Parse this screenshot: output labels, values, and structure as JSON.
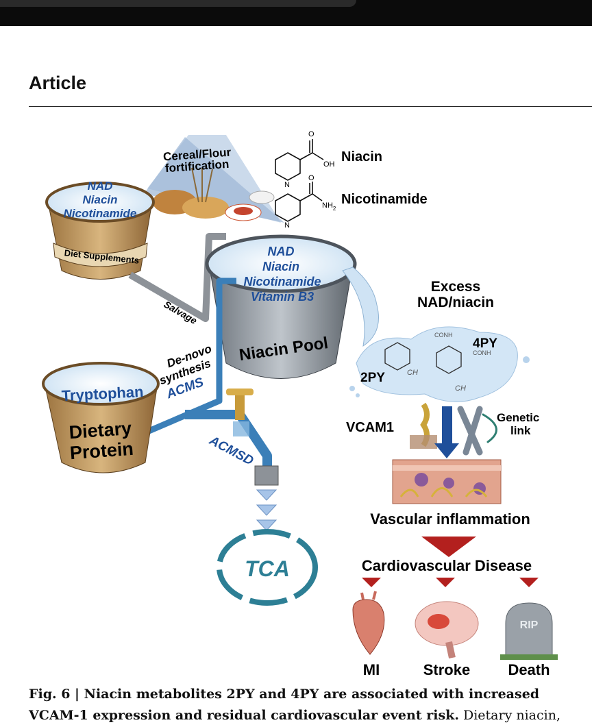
{
  "header": {
    "section": "Article"
  },
  "figure": {
    "food": {
      "line1": "Cereal/Flour",
      "line2": "fortification"
    },
    "molecules": {
      "niacin": "Niacin",
      "nicotinamide": "Nicotinamide",
      "oh": "OH",
      "nh2": "NH",
      "nh2_sub": "2"
    },
    "tub_supplements": {
      "line1": "NAD",
      "line2": "Niacin",
      "line3": "Nicotinamide",
      "band": "Diet Supplements"
    },
    "salvage": "Salvage",
    "pool": {
      "line1": "NAD",
      "line2": "Niacin",
      "line3": "Nicotinamide",
      "line4": "Vitamin B3",
      "band": "Niacin Pool"
    },
    "excess": {
      "line1": "Excess",
      "line2": "NAD/niacin"
    },
    "metabolites": {
      "py2": "2PY",
      "py4": "4PY",
      "conh2": "CONH",
      "ch3": "CH"
    },
    "denovo": {
      "line1": "De-novo",
      "line2": "synthesis"
    },
    "acms": "ACMS",
    "acmsd": "ACMSD",
    "tub_diet": {
      "band": "Tryptophan",
      "line1": "Dietary",
      "line2": "Protein"
    },
    "tca": "TCA",
    "vcam1": "VCAM1",
    "genetic": {
      "line1": "Genetic",
      "line2": "link"
    },
    "vascular": "Vascular inflammation",
    "cvd": "Cardiovascular Disease",
    "rip": "RIP",
    "outcomes": {
      "mi": "MI",
      "stroke": "Stroke",
      "death": "Death"
    }
  },
  "caption": {
    "bold": "Fig. 6 | Niacin metabolites 2PY and 4PY are associated with increased VCAM-1 expression and residual cardiovascular event risk.",
    "rest": " Dietary niacin,"
  },
  "colors": {
    "wood": "#c8a36a",
    "water": "#d7e8f6",
    "blue_text": "#1f4f9a",
    "arrow_red": "#b3201e",
    "pipe": "#3b7fb8",
    "tca_teal": "#2d7f95"
  },
  "icons": [
    "heart-icon",
    "brain-icon",
    "tombstone-icon",
    "pyramid-icon",
    "chromosome-icon",
    "faucet-icon"
  ]
}
